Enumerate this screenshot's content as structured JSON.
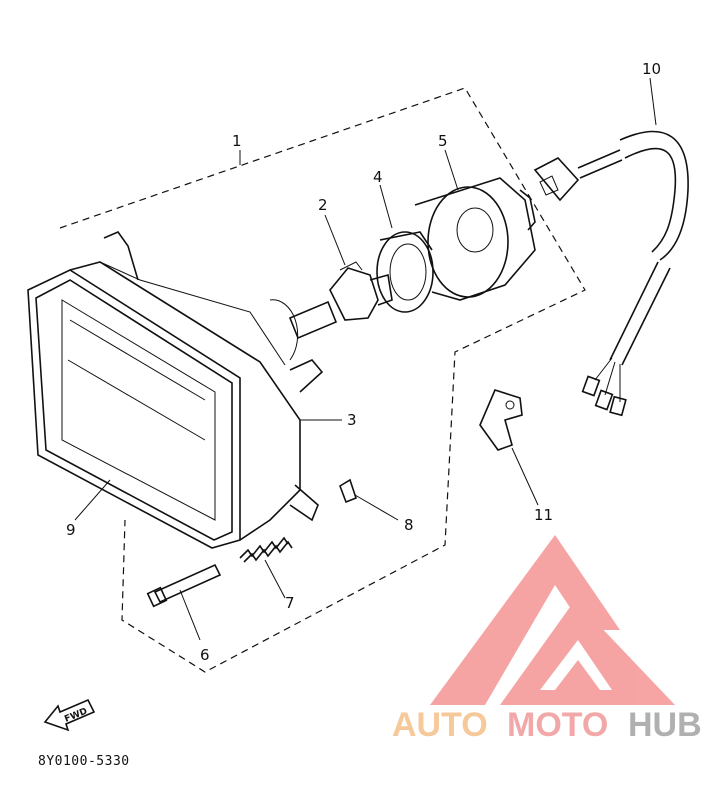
{
  "diagram": {
    "callouts": [
      {
        "id": "1",
        "label": "1"
      },
      {
        "id": "2",
        "label": "2"
      },
      {
        "id": "3",
        "label": "3"
      },
      {
        "id": "4",
        "label": "4"
      },
      {
        "id": "5",
        "label": "5"
      },
      {
        "id": "6",
        "label": "6"
      },
      {
        "id": "7",
        "label": "7"
      },
      {
        "id": "8",
        "label": "8"
      },
      {
        "id": "9",
        "label": "9"
      },
      {
        "id": "10",
        "label": "10"
      },
      {
        "id": "11",
        "label": "11"
      }
    ],
    "arrow_text": "FWD",
    "part_code": "8Y0100-5330"
  },
  "watermark": {
    "part1": "AUTO",
    "part2": "MOTO",
    "part3": "HUB",
    "colors": {
      "auto": "#f5c99a",
      "moto": "#f2a8a8",
      "hub": "#b0b0b0",
      "mark": "#f59a9a"
    }
  }
}
